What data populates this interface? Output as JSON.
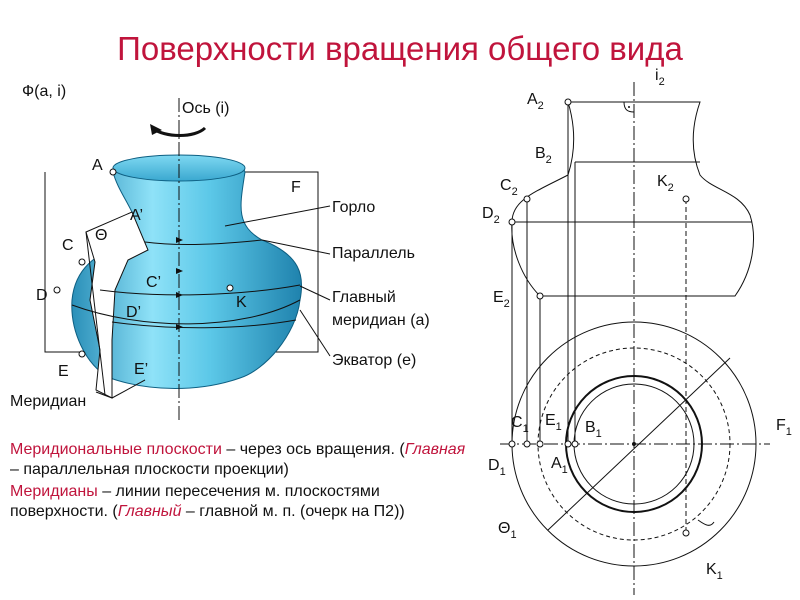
{
  "title": "Поверхности вращения общего вида",
  "labels": {
    "phi": "Ф(а, i)",
    "axis": "Ось (i)",
    "A": "A",
    "A_prime": "A’",
    "C": "C",
    "theta": "Θ",
    "C_prime": "C’",
    "D": "D",
    "D_prime": "D’",
    "E": "E",
    "E_prime": "E’",
    "K": "K",
    "F": "F",
    "neck": "Горло",
    "parallel": "Параллель",
    "main_meridian_1": "Главный",
    "main_meridian_2": "меридиан  (а)",
    "equator": "Экватор (е)",
    "meridian": "Меридиан"
  },
  "proj": {
    "i": "i",
    "i_sub": "2",
    "A2": "A",
    "A2_sub": "2",
    "B2": "B",
    "B2_sub": "2",
    "C2": "C",
    "C2_sub": "2",
    "D2": "D",
    "D2_sub": "2",
    "E2": "E",
    "E2_sub": "2",
    "K2": "K",
    "K2_sub": "2",
    "C1": "C",
    "C1_sub": "1",
    "E1": "E",
    "E1_sub": "1",
    "B1": "B",
    "B1_sub": "1",
    "F1": "F",
    "F1_sub": "1",
    "D1": "D",
    "D1_sub": "1",
    "A1": "A",
    "A1_sub": "1",
    "Theta1": "Θ",
    "Theta1_sub": "1",
    "K1": "K",
    "K1_sub": "1"
  },
  "text": {
    "p1_bold": "Меридиональные плоскости",
    "p1_rest": " – через ось вращения. (",
    "p1_main": "Главная",
    "p1_end": " – параллельная плоскости проекции)",
    "p2_bold": "Меридианы",
    "p2_rest": " – линии  пересечения   м. плоскостями поверхности. (",
    "p2_main": "Главный",
    "p2_end": " – главной м. п. (очерк на П2))"
  },
  "colors": {
    "title": "#c0143c",
    "heading": "#c0143c",
    "surface": "#5cc8e8"
  }
}
